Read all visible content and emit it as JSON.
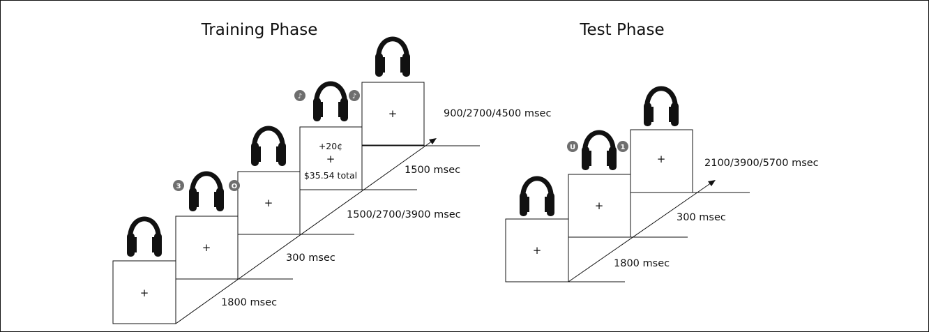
{
  "training": {
    "title": "Training Phase",
    "durations": {
      "d1": "1800 msec",
      "d2": "300 msec",
      "d3": "1500/2700/3900 msec",
      "d4": "1500 msec",
      "d5": "900/2700/4500 msec"
    },
    "screens": {
      "s1_text": "+",
      "s2_text": "+",
      "s3_text": "+",
      "s5_text": "+"
    },
    "feedback": {
      "reward": "+20¢",
      "cross": "+",
      "total": "$35.54 total"
    },
    "badges": {
      "left_cue": "3",
      "right_cue": "O",
      "left_note": "♪",
      "right_note": "♪"
    }
  },
  "test": {
    "title": "Test Phase",
    "durations": {
      "d1": "1800 msec",
      "d2": "300 msec",
      "d3": "2100/3900/5700 msec"
    },
    "screens": {
      "s1_text": "+",
      "s2_text": "+",
      "s3_text": "+"
    },
    "badges": {
      "left_cue": "U",
      "right_cue": "1"
    }
  },
  "icons": {
    "headphones": "headphones-icon",
    "cue_badge": "cue-badge-icon",
    "music_note": "music-note-icon"
  },
  "colors": {
    "line": "#1a1a1a",
    "badge": "#6e6e6e"
  }
}
